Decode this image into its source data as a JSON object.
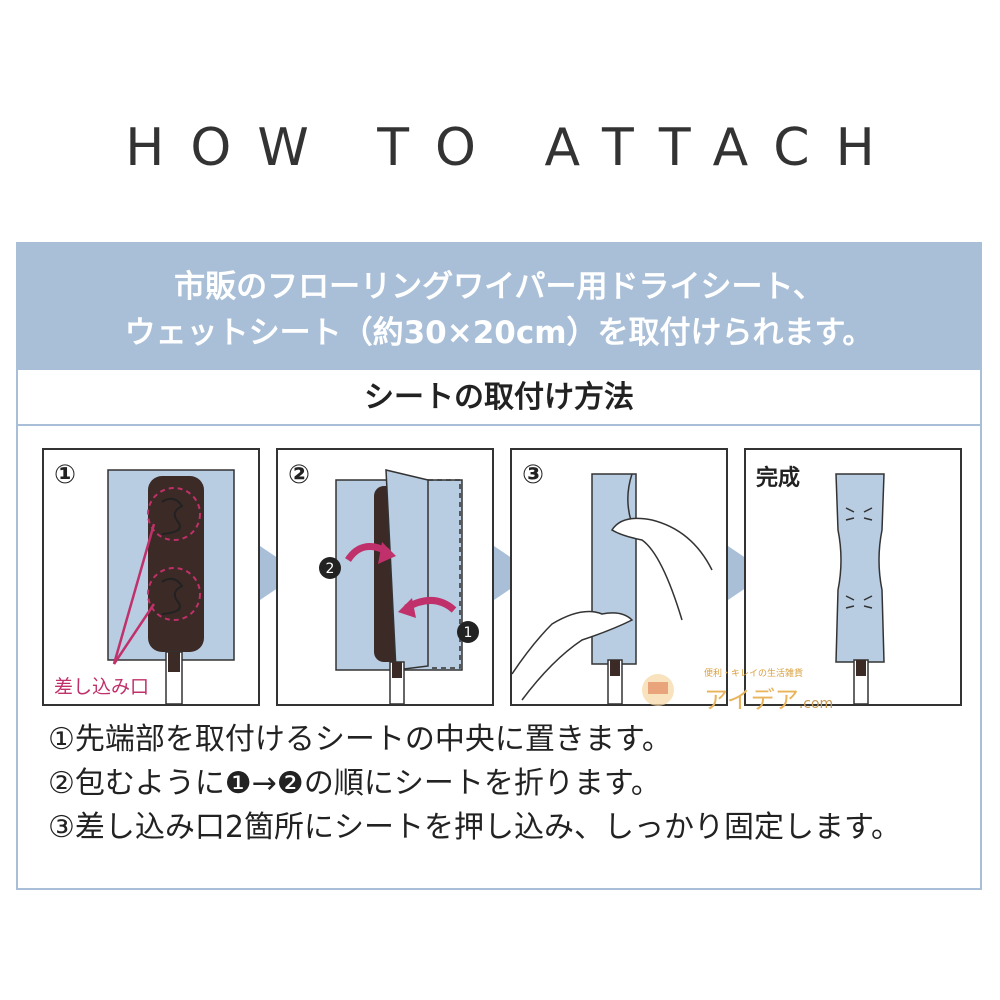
{
  "title": "HOW TO ATTACH",
  "banner": {
    "line1": "市販のフローリングワイパー用ドライシート、",
    "line2": "ウェットシート（約30×20cm）を取付けられます。"
  },
  "subtitle": "シートの取付け方法",
  "steps": [
    {
      "label": "①"
    },
    {
      "label": "②"
    },
    {
      "label": "③"
    },
    {
      "label": "完成"
    }
  ],
  "callouts": {
    "insert_slot": "差し込み口",
    "badge1": "1",
    "badge2": "2"
  },
  "logo": {
    "tagline": "便利・キレイの生活雑貨",
    "name": "アイデア",
    "suffix": ".com"
  },
  "instructions": [
    "①先端部を取付けるシートの中央に置きます。",
    "②包むように❶→❷の順にシートを折ります。",
    "③差し込み口2箇所にシートを押し込み、しっかり固定します。"
  ],
  "colors": {
    "accent": "#a9bfd8",
    "sheet": "#b8cce2",
    "head": "#3b2a25",
    "magenta": "#c0306a",
    "arrow": "#a9bfd8"
  }
}
